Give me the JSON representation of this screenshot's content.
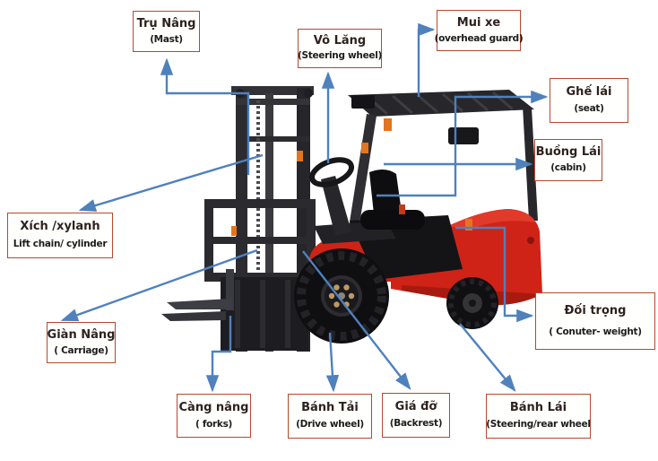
{
  "diagram_type": "forklift-parts-diagram",
  "colors": {
    "arrow": "#4f81bd",
    "box_border": "#b5492b",
    "body_red": "#cf2318",
    "frame_dark": "#27272b",
    "sticker_orange": "#e0761f"
  },
  "labels": [
    {
      "id": "mast",
      "vi": "Trụ Nâng",
      "en": "(Mast)"
    },
    {
      "id": "steering-wheel",
      "vi": "Vô Lăng",
      "en": "(Steering wheel)"
    },
    {
      "id": "overhead-guard",
      "vi": "Mui xe",
      "en": "(overhead guard)"
    },
    {
      "id": "seat",
      "vi": "Ghế lái",
      "en": "(seat)"
    },
    {
      "id": "cabin",
      "vi": "Buồng Lái",
      "en": "(cabin)"
    },
    {
      "id": "lift-chain",
      "vi": "Xích /xylanh",
      "en": "Lift chain/ cylinder"
    },
    {
      "id": "carriage",
      "vi": "Giàn Nâng",
      "en": "( Carriage)"
    },
    {
      "id": "forks",
      "vi": "Càng nâng",
      "en": "( forks)"
    },
    {
      "id": "drive-wheel",
      "vi": "Bánh Tải",
      "en": "(Drive wheel)"
    },
    {
      "id": "backrest",
      "vi": "Giá đỡ",
      "en": "(Backrest)"
    },
    {
      "id": "rear-wheel",
      "vi": "Bánh Lái",
      "en": "(Steering/rear wheel"
    },
    {
      "id": "counterweight",
      "vi": "Đối trọng",
      "en": "( Conuter- weight)"
    }
  ]
}
